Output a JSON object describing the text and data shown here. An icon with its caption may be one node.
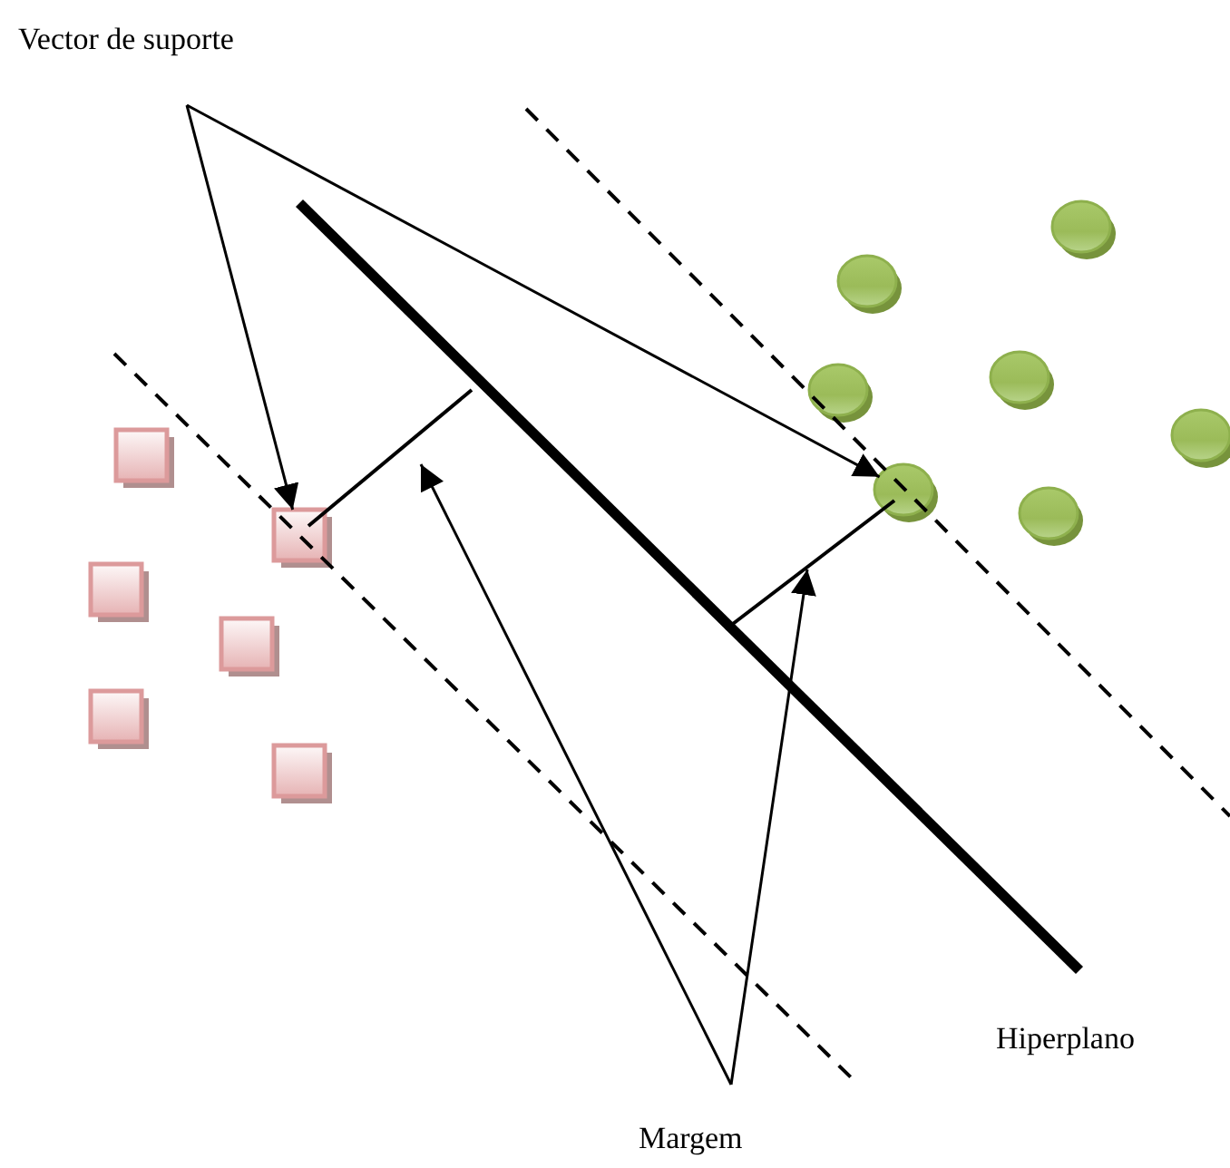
{
  "diagram": {
    "nodes": [
      {
        "text": [
          "Vector de suporte"
        ]
      },
      {
        "text": [],
        "shape": "box"
      },
      {
        "text": [],
        "shape": "box"
      },
      {
        "text": [],
        "shape": "box"
      },
      {
        "text": [],
        "shape": "box"
      },
      {
        "text": [],
        "shape": "box"
      },
      {
        "text": [],
        "shape": "box"
      },
      {
        "text": [],
        "shape": "circle"
      },
      {
        "text": [],
        "shape": "circle"
      },
      {
        "text": [],
        "shape": "circle"
      },
      {
        "text": [],
        "shape": "circle"
      },
      {
        "text": [],
        "shape": "circle"
      },
      {
        "text": [],
        "shape": "circle"
      },
      {
        "text": [],
        "shape": "circle"
      },
      {
        "text": [
          "Margem"
        ]
      }
    ],
    "edges": [
      {
        "from": 0,
        "to": 2,
        "arrow": "to"
      },
      {
        "from": 0,
        "to": 12,
        "arrow": "to"
      },
      {
        "from": 14,
        "to": null,
        "arrow": "to"
      },
      {
        "from": 14,
        "to": null,
        "arrow": "to"
      }
    ],
    "labels": [
      "Hiperplano"
    ]
  }
}
